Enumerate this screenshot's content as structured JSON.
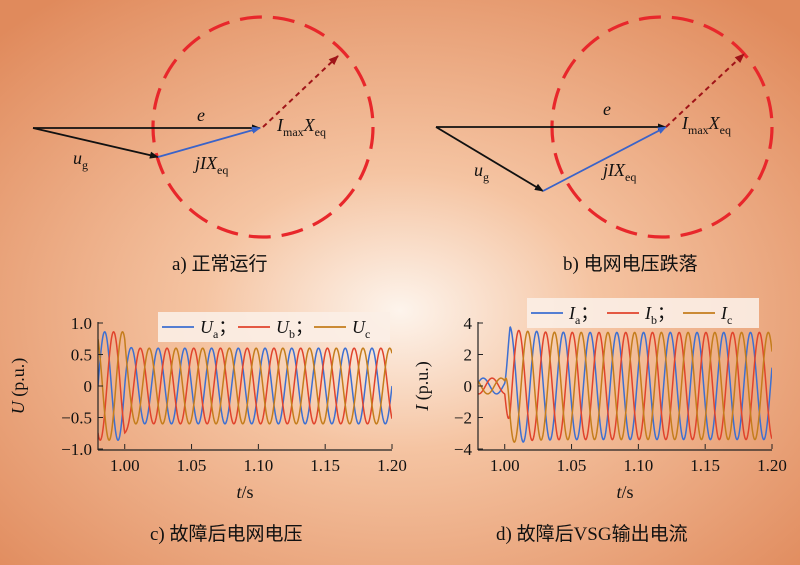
{
  "colors": {
    "circle": "#e8272b",
    "vector": "#111111",
    "jix": "#3a63c9",
    "dashed_arrow": "#a01418",
    "series_a": "#3d6fd1",
    "series_b": "#e0432c",
    "series_c": "#c47d1c",
    "bg_center": "#fdf4ec",
    "bg_edge": "#e08a5c"
  },
  "panel_a": {
    "caption": "a) 正常运行",
    "label_e": "e",
    "label_ug": {
      "base": "u",
      "sub": "g"
    },
    "label_jix": {
      "base": "jIX",
      "sub": "eq"
    },
    "label_imax": {
      "base1": "I",
      "sub1": "max",
      "base2": "X",
      "sub2": "eq"
    }
  },
  "panel_b": {
    "caption": "b) 电网电压跌落",
    "label_e": "e",
    "label_ug": {
      "base": "u",
      "sub": "g"
    },
    "label_jix": {
      "base": "jIX",
      "sub": "eq"
    },
    "label_imax": {
      "base1": "I",
      "sub1": "max",
      "base2": "X",
      "sub2": "eq"
    }
  },
  "chart_data": [
    {
      "type": "line",
      "caption": "c) 故障后电网电压",
      "xlabel": {
        "var": "t",
        "unit": "/s"
      },
      "ylabel": {
        "var": "U",
        "unit": " (p.u.)"
      },
      "xlim": [
        0.98,
        1.2
      ],
      "ylim": [
        -1.0,
        1.0
      ],
      "xticks": [
        "1.00",
        "1.05",
        "1.10",
        "1.15",
        "1.20"
      ],
      "yticks": [
        "1.0",
        "0.5",
        "0",
        "−0.5",
        "−1.0"
      ],
      "xtick_values": [
        1.0,
        1.05,
        1.1,
        1.15,
        1.2
      ],
      "ytick_values": [
        1.0,
        0.5,
        0,
        -0.5,
        -1.0
      ],
      "frequency_hz": 50,
      "fault_time": 1.0,
      "amplitude_pre": 0.86,
      "amplitude_post": 0.6,
      "series": [
        {
          "name": "U",
          "sub": "a",
          "phase_deg": 0,
          "color": "#3d6fd1"
        },
        {
          "name": "U",
          "sub": "b",
          "phase_deg": -120,
          "color": "#e0432c"
        },
        {
          "name": "U",
          "sub": "c",
          "phase_deg": 120,
          "color": "#c47d1c"
        }
      ]
    },
    {
      "type": "line",
      "caption": "d) 故障后VSG输出电流",
      "xlabel": {
        "var": "t",
        "unit": "/s"
      },
      "ylabel": {
        "var": "I",
        "unit": " (p.u.)"
      },
      "xlim": [
        0.98,
        1.2
      ],
      "ylim": [
        -4,
        4
      ],
      "xticks": [
        "1.00",
        "1.05",
        "1.10",
        "1.15",
        "1.20"
      ],
      "yticks": [
        "4",
        "2",
        "0",
        "−2",
        "−4"
      ],
      "xtick_values": [
        1.0,
        1.05,
        1.1,
        1.15,
        1.2
      ],
      "ytick_values": [
        4,
        2,
        0,
        -2,
        -4
      ],
      "frequency_hz": 50,
      "fault_time": 1.0,
      "amplitude_pre": 0.5,
      "amplitude_post": 3.4,
      "peak_transient": 3.9,
      "series": [
        {
          "name": "I",
          "sub": "a",
          "phase_deg": 20,
          "color": "#3d6fd1"
        },
        {
          "name": "I",
          "sub": "b",
          "phase_deg": -100,
          "color": "#e0432c"
        },
        {
          "name": "I",
          "sub": "c",
          "phase_deg": 140,
          "color": "#c47d1c"
        }
      ]
    }
  ]
}
